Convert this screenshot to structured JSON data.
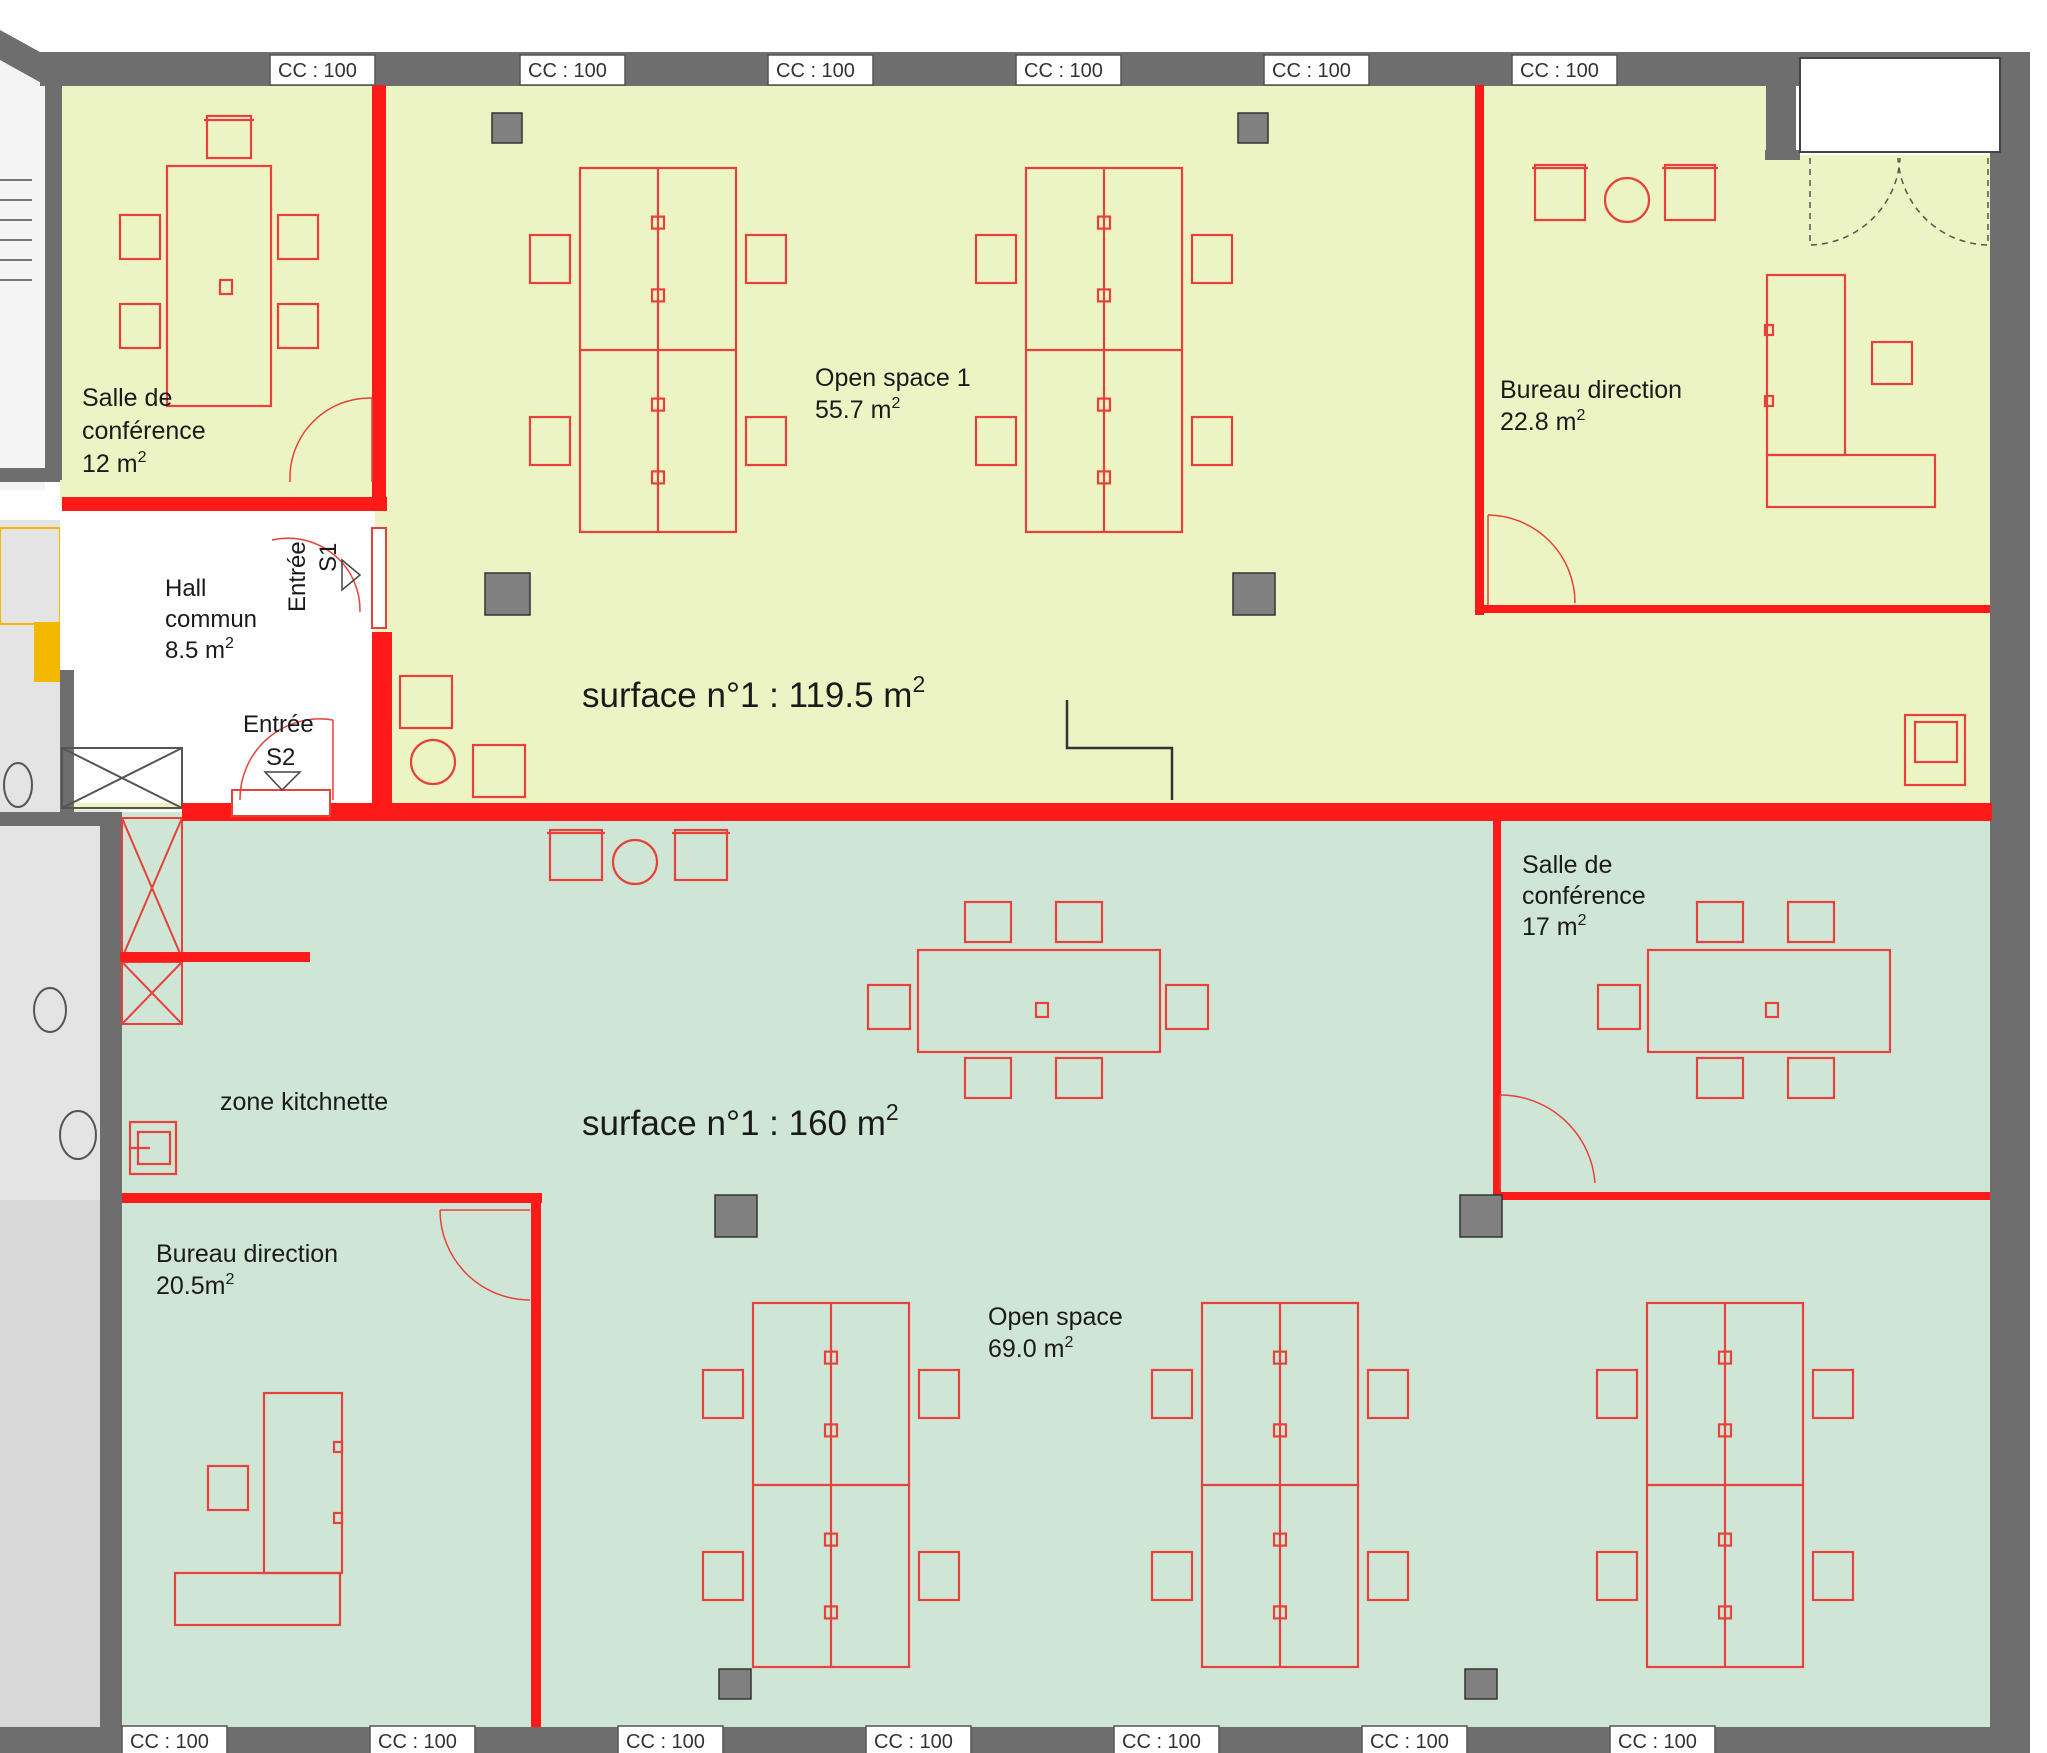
{
  "plan": {
    "colors": {
      "upper_floor": "#ecf4c4",
      "lower_floor": "#cfe6d6",
      "wall": "#6e6e6e",
      "partition": "#ff1a1a",
      "furniture": "#e8403a",
      "column": "#808080",
      "side_floor": "#d8d8d8"
    },
    "upper_surface": {
      "label": "surface n°1 : 119.5 m",
      "sup": "2"
    },
    "lower_surface": {
      "label": "surface n°1 : 160 m",
      "sup": "2"
    },
    "rooms": [
      {
        "lines": [
          "Salle de",
          "conférence",
          "12 m"
        ],
        "sup": "2"
      },
      {
        "lines": [
          "Open space 1",
          "55.7 m"
        ],
        "sup": "2"
      },
      {
        "lines": [
          "Bureau direction",
          "22.8 m"
        ],
        "sup": "2"
      },
      {
        "lines": [
          "Hall",
          "commun",
          "8.5 m"
        ],
        "sup": "2"
      },
      {
        "lines": [
          "Salle de",
          "conférence",
          "17 m"
        ],
        "sup": "2"
      },
      {
        "lines": [
          "zone kitchnette"
        ],
        "sup": ""
      },
      {
        "lines": [
          "Bureau direction",
          "20.5m"
        ],
        "sup": "2"
      },
      {
        "lines": [
          "Open space",
          "69.0 m"
        ],
        "sup": "2"
      }
    ],
    "entrances": {
      "s1": {
        "word": "Entrée",
        "code": "S1"
      },
      "s2": {
        "word": "Entrée",
        "code": "S2"
      }
    },
    "cc_label": "CC : 100",
    "cc_top_count": 6,
    "cc_bottom_count": 7
  }
}
